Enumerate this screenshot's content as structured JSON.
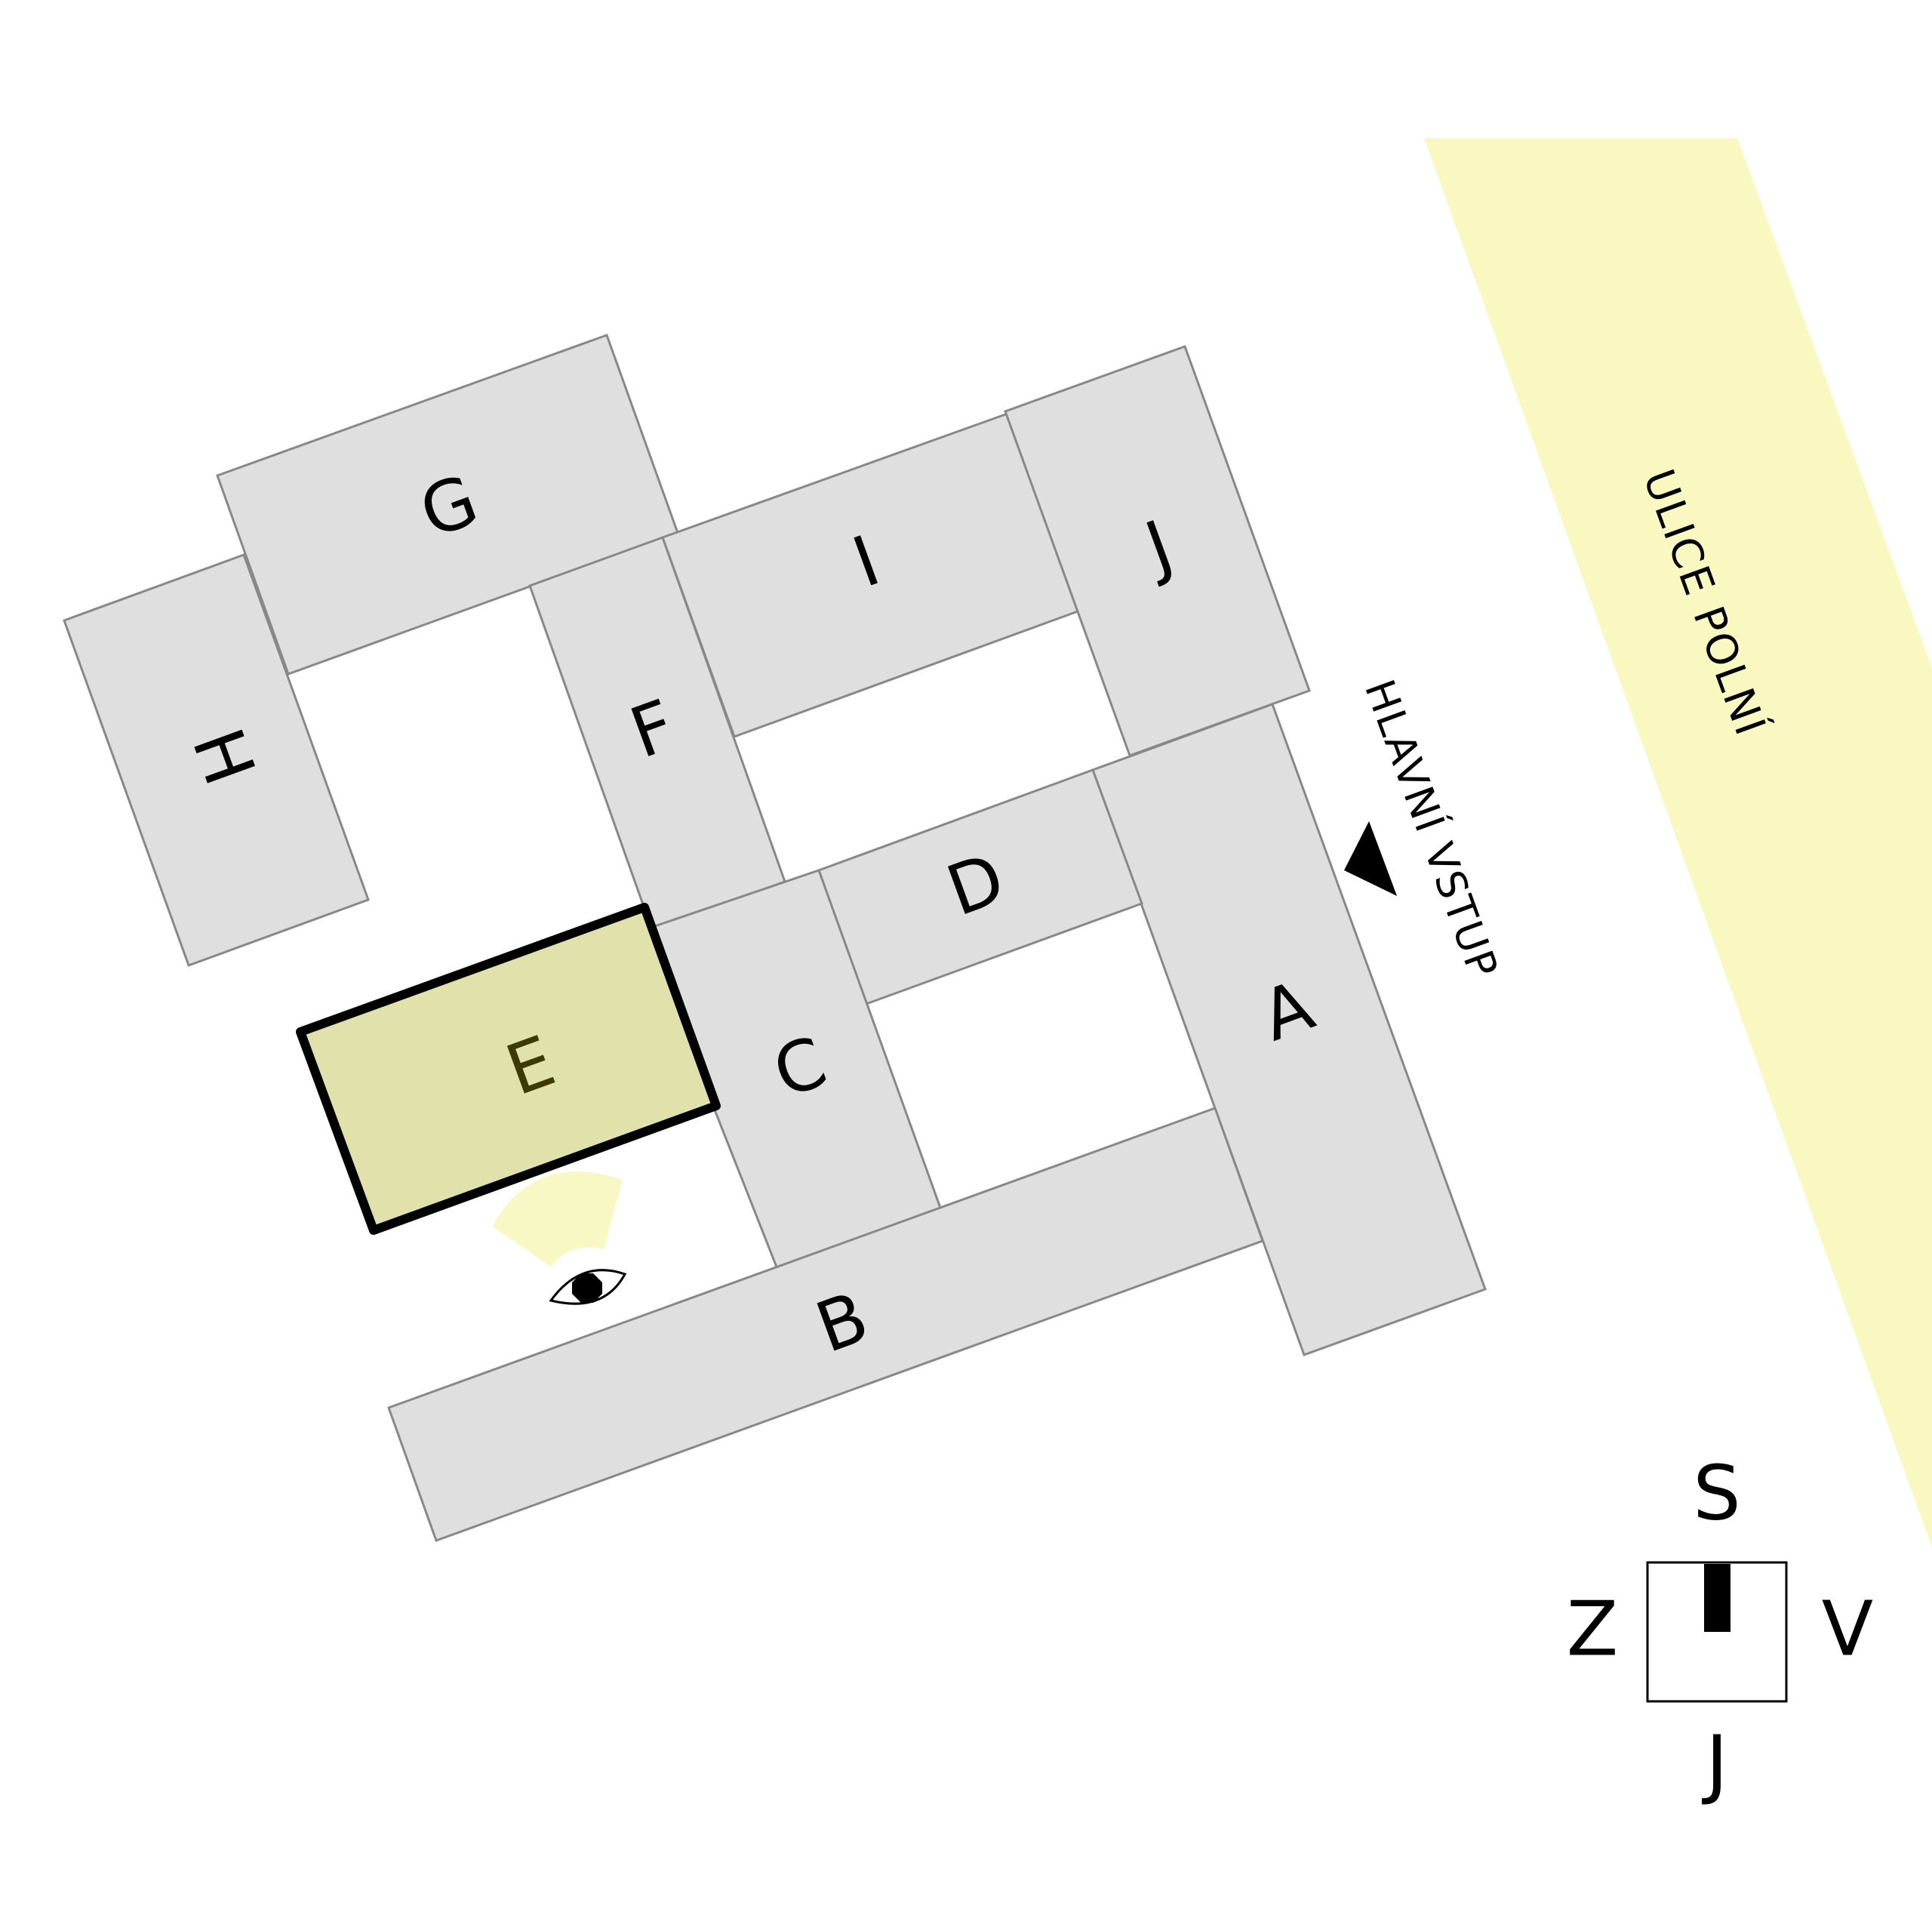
{
  "map": {
    "street_label": "ULICE POLNÍ",
    "entrance_label": "HLAVNÍ VSTUP",
    "colors": {
      "street": "#f8f8c0",
      "building": "#dfdfdf",
      "building_outline": "#888888",
      "highlight": "#e1e1ab",
      "view_cone": "#f8f8c4"
    },
    "buildings": [
      {
        "label": "A"
      },
      {
        "label": "B"
      },
      {
        "label": "C"
      },
      {
        "label": "D"
      },
      {
        "label": "E",
        "highlighted": true
      },
      {
        "label": "F"
      },
      {
        "label": "G"
      },
      {
        "label": "H"
      },
      {
        "label": "I"
      },
      {
        "label": "J"
      }
    ],
    "icons": [
      "eye-icon",
      "entrance-arrow-icon"
    ]
  },
  "compass": {
    "north": "S",
    "south": "J",
    "west": "Z",
    "east": "V"
  }
}
